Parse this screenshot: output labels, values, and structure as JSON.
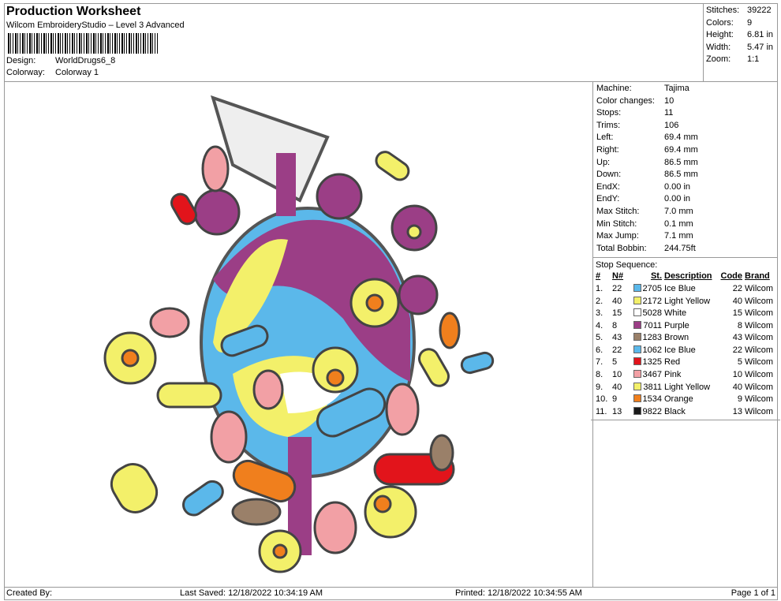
{
  "header": {
    "title": "Production Worksheet",
    "subtitle": "Wilcom EmbroideryStudio – Level 3 Advanced",
    "design_label": "Design:",
    "design": "WorldDrugs6_8",
    "colorway_label": "Colorway:",
    "colorway": "Colorway 1"
  },
  "summary": [
    {
      "k": "Stitches:",
      "v": "39222"
    },
    {
      "k": "Colors:",
      "v": "9"
    },
    {
      "k": "Height:",
      "v": "6.81 in"
    },
    {
      "k": "Width:",
      "v": "5.47 in"
    },
    {
      "k": "Zoom:",
      "v": "1:1"
    }
  ],
  "stats": [
    {
      "k": "Machine:",
      "v": "Tajima"
    },
    {
      "k": "Color changes:",
      "v": "10"
    },
    {
      "k": "Stops:",
      "v": "11"
    },
    {
      "k": "Trims:",
      "v": "106"
    },
    {
      "k": "Left:",
      "v": "69.4 mm"
    },
    {
      "k": "Right:",
      "v": "69.4 mm"
    },
    {
      "k": "Up:",
      "v": "86.5 mm"
    },
    {
      "k": "Down:",
      "v": "86.5 mm"
    },
    {
      "k": "EndX:",
      "v": "0.00 in"
    },
    {
      "k": "EndY:",
      "v": "0.00 in"
    },
    {
      "k": "Max Stitch:",
      "v": "7.0 mm"
    },
    {
      "k": "Min Stitch:",
      "v": "0.1 mm"
    },
    {
      "k": "Max Jump:",
      "v": "7.1 mm"
    },
    {
      "k": "Total Bobbin:",
      "v": "244.75ft"
    }
  ],
  "stop_sequence": {
    "title": "Stop Sequence:",
    "columns": [
      "#",
      "N#",
      "St.",
      "Description",
      "Code",
      "Brand"
    ],
    "rows": [
      {
        "n": "1.",
        "needle": "22",
        "color": "#5bb8ea",
        "st": "2705",
        "desc": "Ice Blue",
        "code": "22",
        "brand": "Wilcom"
      },
      {
        "n": "2.",
        "needle": "40",
        "color": "#f3f06a",
        "st": "2172",
        "desc": "Light Yellow",
        "code": "40",
        "brand": "Wilcom"
      },
      {
        "n": "3.",
        "needle": "15",
        "color": "#ffffff",
        "st": "5028",
        "desc": "White",
        "code": "15",
        "brand": "Wilcom"
      },
      {
        "n": "4.",
        "needle": "8",
        "color": "#9b3e86",
        "st": "7011",
        "desc": "Purple",
        "code": "8",
        "brand": "Wilcom"
      },
      {
        "n": "5.",
        "needle": "43",
        "color": "#9a8069",
        "st": "1283",
        "desc": "Brown",
        "code": "43",
        "brand": "Wilcom"
      },
      {
        "n": "6.",
        "needle": "22",
        "color": "#5bb8ea",
        "st": "1062",
        "desc": "Ice Blue",
        "code": "22",
        "brand": "Wilcom"
      },
      {
        "n": "7.",
        "needle": "5",
        "color": "#e2141b",
        "st": "1325",
        "desc": "Red",
        "code": "5",
        "brand": "Wilcom"
      },
      {
        "n": "8.",
        "needle": "10",
        "color": "#f2a0a5",
        "st": "3467",
        "desc": "Pink",
        "code": "10",
        "brand": "Wilcom"
      },
      {
        "n": "9.",
        "needle": "40",
        "color": "#f3f06a",
        "st": "3811",
        "desc": "Light Yellow",
        "code": "40",
        "brand": "Wilcom"
      },
      {
        "n": "10.",
        "needle": "9",
        "color": "#f07f1d",
        "st": "1534",
        "desc": "Orange",
        "code": "9",
        "brand": "Wilcom"
      },
      {
        "n": "11.",
        "needle": "13",
        "color": "#1a1a1a",
        "st": "9822",
        "desc": "Black",
        "code": "13",
        "brand": "Wilcom"
      }
    ]
  },
  "footer": {
    "created": "Created By:",
    "saved": "Last Saved: 12/18/2022 10:34:19 AM",
    "printed": "Printed: 12/18/2022 10:34:55 AM",
    "page": "Page 1 of 1"
  }
}
